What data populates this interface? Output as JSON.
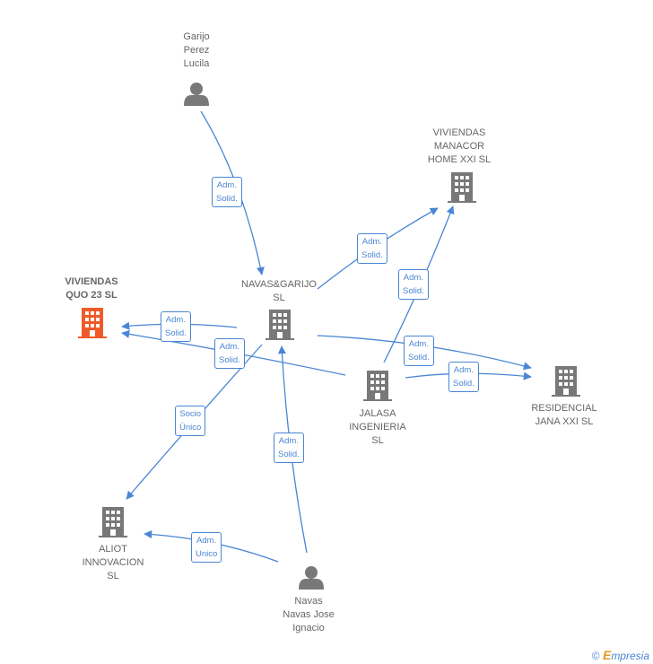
{
  "colors": {
    "edge": "#4a86d4",
    "company": "#787878",
    "focus_company": "#f05a28",
    "person": "#787878"
  },
  "nodes": {
    "garijo": {
      "label": "Garijo\nPerez\nLucila",
      "icon": "person-icon"
    },
    "viviendas_manacor": {
      "label": "VIVIENDAS\nMANACOR\nHOME XXI  SL",
      "icon": "building-icon"
    },
    "viviendas_quo": {
      "label": "VIVIENDAS\nQUO 23  SL",
      "icon": "building-icon"
    },
    "navas_garijo": {
      "label": "NAVAS&GARIJO\nSL",
      "icon": "building-icon"
    },
    "jalasa": {
      "label": "JALASA\nINGENIERIA\nSL",
      "icon": "building-icon"
    },
    "residencial": {
      "label": "RESIDENCIAL\nJANA XXI  SL",
      "icon": "building-icon"
    },
    "aliot": {
      "label": "ALIOT\nINNOVACION\nSL",
      "icon": "building-icon"
    },
    "navas": {
      "label": "Navas\nNavas Jose\nIgnacio",
      "icon": "person-icon"
    }
  },
  "edge_labels": {
    "garijo_to_navas_garijo": "Adm.\nSolid.",
    "navas_garijo_to_manacor": "Adm.\nSolid.",
    "jalasa_to_manacor": "Adm.\nSolid.",
    "navas_garijo_to_quo": "Adm.\nSolid.",
    "jalasa_to_quo": "Adm.\nSolid.",
    "navas_garijo_to_residencial": "Adm.\nSolid.",
    "jalasa_to_residencial": "Adm.\nSolid.",
    "navas_garijo_to_aliot": "Socio\nÚnico",
    "navas_to_navas_garijo": "Adm.\nSolid.",
    "navas_to_aliot": "Adm.\nUnico"
  },
  "brand": {
    "copyright": "©",
    "name_first": "E",
    "name_rest": "mpresia"
  }
}
